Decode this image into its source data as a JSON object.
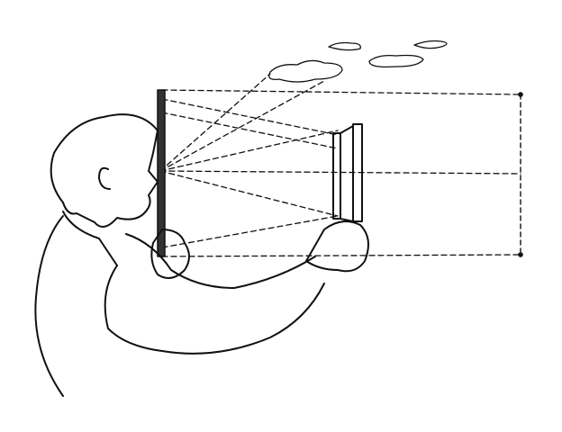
{
  "illustration": {
    "colors": {
      "ink": "#111111",
      "background": "#ffffff"
    },
    "elements": [
      "person",
      "near-ruler",
      "far-frame",
      "projection-lines",
      "far-rectangle",
      "clouds"
    ]
  }
}
